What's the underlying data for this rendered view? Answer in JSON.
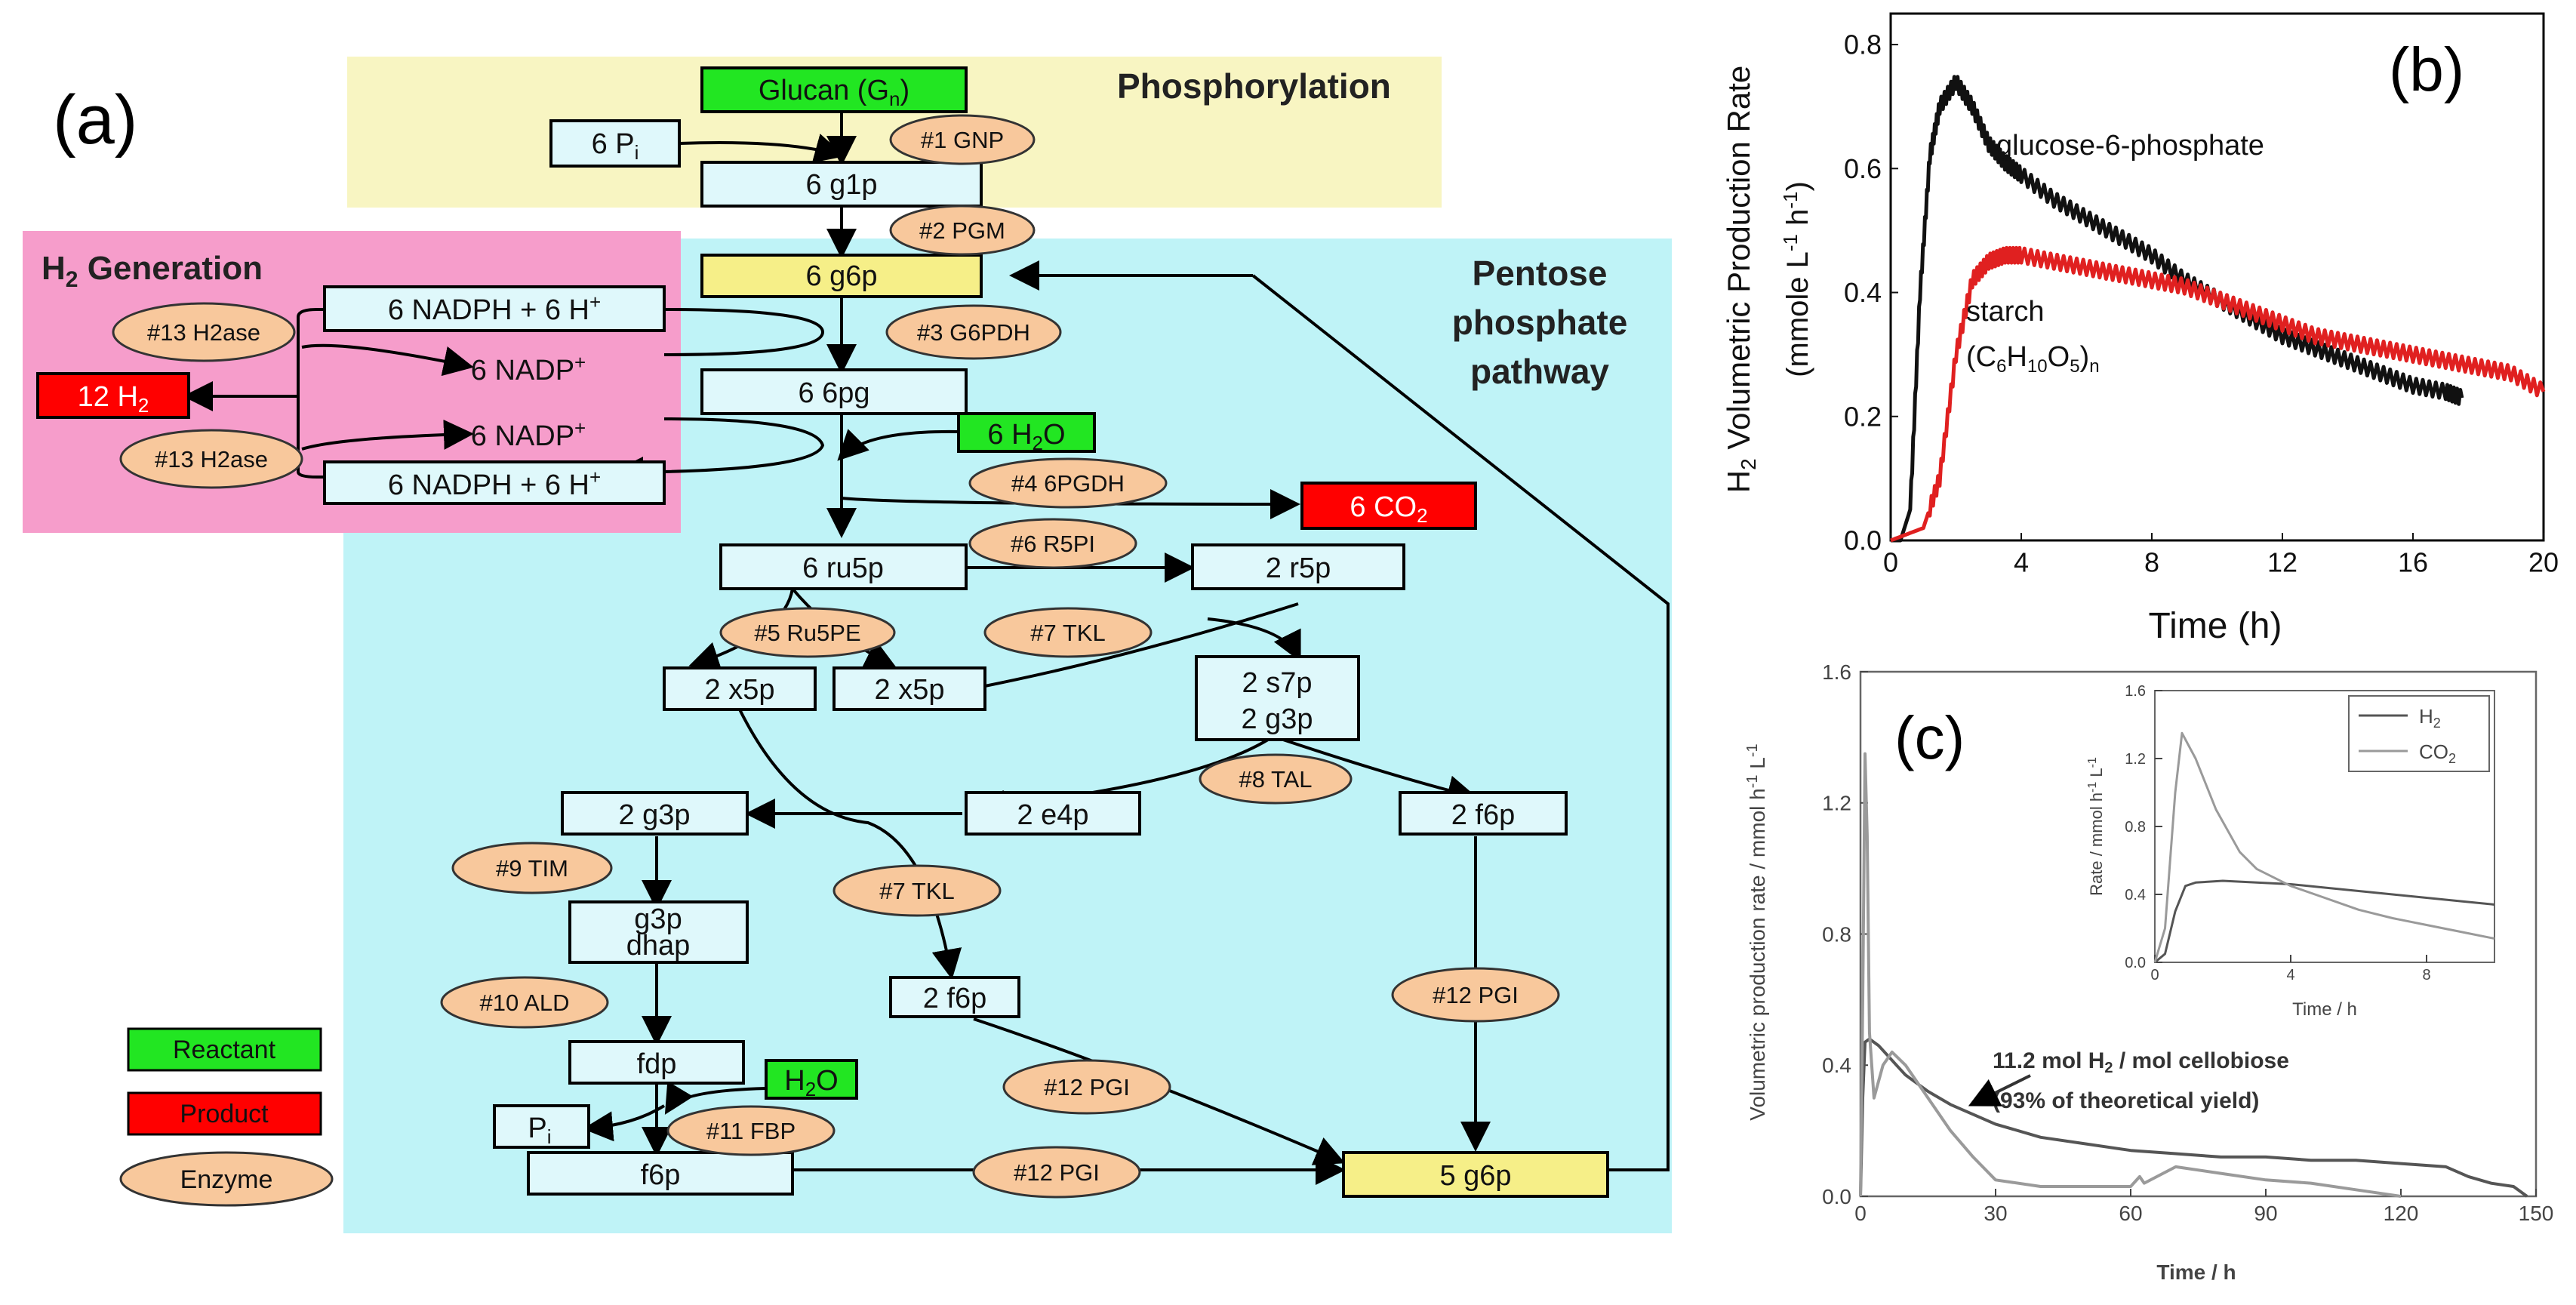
{
  "panel_a": {
    "label": "(a)",
    "regions": {
      "phosphorylation": "Phosphorylation",
      "h2_generation": "H2 Generation",
      "ppp_line1": "Pentose",
      "ppp_line2": "phosphate",
      "ppp_line3": "pathway"
    },
    "metabolites": {
      "glucan": "Glucan (Gn)",
      "pi6": "6 Pi",
      "g1p": "6 g1p",
      "g6p": "6 g6p",
      "nadph_top": "6 NADPH + 6 H+",
      "nadp_top": "6 NADP+",
      "h2": "12 H2",
      "nadp_bot": "6 NADP+",
      "nadph_bot": "6 NADPH + 6 H+",
      "pg6": "6 6pg",
      "h2o_6": "6 H2O",
      "co2": "6 CO2",
      "ru5p": "6 ru5p",
      "r5p": "2 r5p",
      "x5p_a": "2 x5p",
      "x5p_b": "2 x5p",
      "s7p": "2 s7p",
      "g3p_b": "2 g3p",
      "e4p": "2 e4p",
      "f6p_2": "2 f6p",
      "g3p_a": "2 g3p",
      "g3p_c": "g3p",
      "dhap": "dhap",
      "f6p_3": "2 f6p",
      "fdp": "fdp",
      "h2o": "H2O",
      "pi": "Pi",
      "f6p": "f6p",
      "g6p5": "5 g6p"
    },
    "enzymes": {
      "e1": "#1 GNP",
      "e2": "#2 PGM",
      "e3": "#3 G6PDH",
      "e13a": "#13 H2ase",
      "e13b": "#13 H2ase",
      "e4": "#4 6PGDH",
      "e6": "#6 R5PI",
      "e5": "#5 Ru5PE",
      "e7a": "#7 TKL",
      "e8": "#8 TAL",
      "e9": "#9 TIM",
      "e7b": "#7 TKL",
      "e10": "#10 ALD",
      "e12a": "#12 PGI",
      "e12b": "#12 PGI",
      "e11": "#11 FBP",
      "e12c": "#12 PGI"
    },
    "legend": {
      "reactant": "Reactant",
      "product": "Product",
      "enzyme": "Enzyme"
    },
    "colors": {
      "reactant": "#22e622",
      "product": "#ff0000",
      "enzyme": "#f8c89c",
      "start": "#f6ef88",
      "ppp_bg": "#bff3f7",
      "h2_bg": "#f69dcb",
      "phos_bg": "#f8f5c2",
      "box_fill": "#dff8fb"
    }
  },
  "panel_b": {
    "label": "(b)",
    "chart_data": {
      "type": "line",
      "xlabel": "Time (h)",
      "ylabel": "H2 Volumetric Production Rate (mmole L-1 h-1)",
      "xlim": [
        0,
        20
      ],
      "ylim": [
        0,
        0.85
      ],
      "xticks": [
        "0",
        "4",
        "8",
        "12",
        "16",
        "20"
      ],
      "yticks": [
        "0.0",
        "0.2",
        "0.4",
        "0.6",
        "0.8"
      ],
      "series": [
        {
          "name": "glucose-6-phosphate",
          "color": "#111111",
          "x": [
            0,
            0.3,
            0.6,
            0.9,
            1.2,
            1.5,
            2.0,
            2.5,
            3.0,
            3.5,
            4.0,
            5,
            6,
            7,
            8,
            9,
            10,
            11,
            12,
            13,
            14,
            15,
            16,
            17,
            17.5
          ],
          "y": [
            0.0,
            0.0,
            0.05,
            0.4,
            0.62,
            0.7,
            0.74,
            0.7,
            0.64,
            0.61,
            0.59,
            0.55,
            0.52,
            0.49,
            0.46,
            0.42,
            0.39,
            0.36,
            0.33,
            0.31,
            0.29,
            0.27,
            0.25,
            0.24,
            0.23
          ]
        },
        {
          "name": "starch",
          "color": "#e02020",
          "x": [
            0,
            0.5,
            1.0,
            1.5,
            2.0,
            2.5,
            3.0,
            3.5,
            4,
            5,
            6,
            7,
            8,
            9,
            10,
            11,
            12,
            13,
            14,
            15,
            16,
            17,
            18,
            19,
            20
          ],
          "y": [
            0.0,
            0.01,
            0.02,
            0.1,
            0.3,
            0.42,
            0.45,
            0.46,
            0.46,
            0.45,
            0.44,
            0.43,
            0.42,
            0.41,
            0.39,
            0.37,
            0.35,
            0.33,
            0.32,
            0.31,
            0.3,
            0.29,
            0.28,
            0.27,
            0.24
          ]
        }
      ],
      "legend_labels": {
        "g6p": "glucose-6-phosphate",
        "starch_1": "starch",
        "starch_2": "(C6H10O5)n"
      }
    }
  },
  "panel_c": {
    "label": "(c)",
    "chart_data": {
      "type": "line",
      "xlabel": "Time / h",
      "ylabel": "Volumetric production rate / mmol h-1 L-1",
      "xlim": [
        0,
        150
      ],
      "ylim": [
        0,
        1.6
      ],
      "xticks": [
        "0",
        "30",
        "60",
        "90",
        "120",
        "150"
      ],
      "yticks": [
        "0.0",
        "0.4",
        "0.8",
        "1.2",
        "1.6"
      ],
      "series": [
        {
          "name": "H2",
          "color": "#555555",
          "x": [
            0,
            0.5,
            1,
            2,
            4,
            6,
            8,
            10,
            15,
            20,
            30,
            40,
            50,
            60,
            70,
            80,
            90,
            100,
            110,
            120,
            130,
            135,
            140,
            145,
            148
          ],
          "y": [
            0.0,
            0.3,
            0.47,
            0.48,
            0.46,
            0.43,
            0.4,
            0.37,
            0.32,
            0.28,
            0.22,
            0.18,
            0.16,
            0.14,
            0.13,
            0.12,
            0.12,
            0.11,
            0.11,
            0.1,
            0.09,
            0.06,
            0.04,
            0.03,
            0.0
          ]
        },
        {
          "name": "CO2",
          "color": "#9a9a9a",
          "x": [
            0,
            0.5,
            1,
            1.5,
            2,
            3,
            5,
            7,
            10,
            15,
            20,
            25,
            30,
            40,
            50,
            60,
            62,
            63,
            70,
            80,
            90,
            100,
            110,
            120
          ],
          "y": [
            0.0,
            0.6,
            1.35,
            1.1,
            0.5,
            0.3,
            0.4,
            0.44,
            0.4,
            0.3,
            0.2,
            0.12,
            0.05,
            0.03,
            0.03,
            0.03,
            0.06,
            0.04,
            0.09,
            0.07,
            0.05,
            0.04,
            0.02,
            0.0
          ]
        }
      ],
      "annotation_1": "11.2 mol H2 / mol cellobiose",
      "annotation_2": "(93% of theoretical yield)"
    },
    "inset": {
      "ylabel": "Rate / mmol h-1 L-1",
      "xlabel": "Time / h",
      "xlim": [
        0,
        10
      ],
      "ylim": [
        0,
        1.6
      ],
      "xticks": [
        "0",
        "4",
        "8"
      ],
      "yticks": [
        "0.0",
        "0.4",
        "0.8",
        "1.2",
        "1.6"
      ],
      "legend": [
        "H2",
        "CO2"
      ],
      "series": [
        {
          "name": "H2",
          "x": [
            0,
            0.3,
            0.6,
            0.9,
            1.2,
            2,
            3,
            4,
            5,
            6,
            7,
            8,
            9,
            10
          ],
          "y": [
            0.0,
            0.05,
            0.3,
            0.45,
            0.47,
            0.48,
            0.47,
            0.46,
            0.44,
            0.42,
            0.4,
            0.38,
            0.36,
            0.34
          ]
        },
        {
          "name": "CO2",
          "x": [
            0,
            0.3,
            0.6,
            0.8,
            1.2,
            1.8,
            2.5,
            3,
            4,
            5,
            6,
            7,
            8,
            9,
            10
          ],
          "y": [
            0.0,
            0.2,
            1.0,
            1.35,
            1.2,
            0.9,
            0.65,
            0.55,
            0.45,
            0.38,
            0.31,
            0.26,
            0.22,
            0.18,
            0.14
          ]
        }
      ]
    }
  }
}
